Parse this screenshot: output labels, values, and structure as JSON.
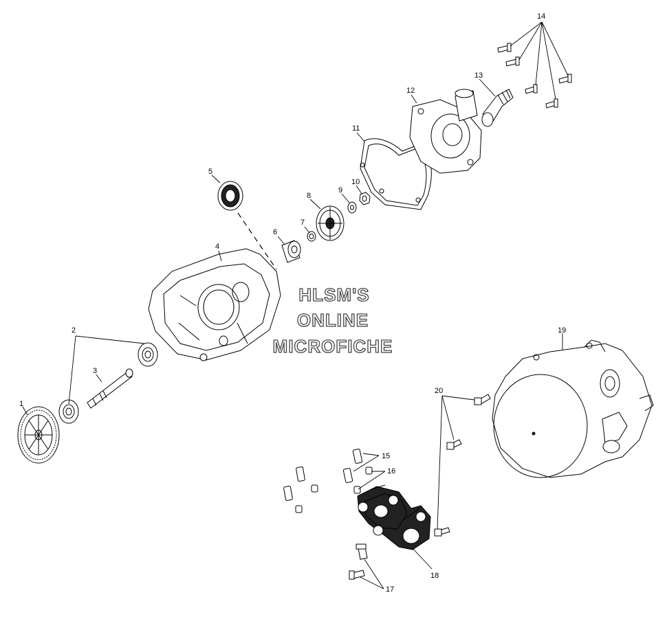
{
  "watermark": {
    "line1": "HLSM'S",
    "line2": "ONLINE",
    "line3": "MICROFICHE"
  },
  "callouts": {
    "c1": "1",
    "c2": "2",
    "c3": "3",
    "c4": "4",
    "c5": "5",
    "c6": "6",
    "c7": "7",
    "c8": "8",
    "c9": "9",
    "c10": "10",
    "c11": "11",
    "c12": "12",
    "c13": "13",
    "c14": "14",
    "c15": "15",
    "c16": "16",
    "c17": "17",
    "c18": "18",
    "c19": "19",
    "c20": "20"
  }
}
